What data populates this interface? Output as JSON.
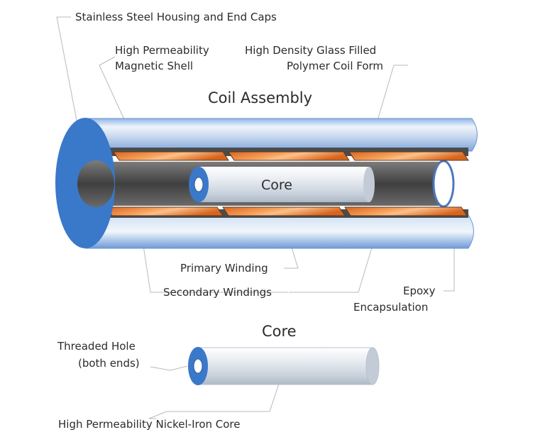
{
  "title": "Coil Assembly",
  "core_title": "Core",
  "core_body_label": "Core",
  "labels": {
    "housing": "Stainless Steel Housing and End Caps",
    "shell_line1": "High Permeability",
    "shell_line2": "Magnetic Shell",
    "form_line1": "High Density Glass Filled",
    "form_line2": "Polymer Coil Form",
    "primary": "Primary Winding",
    "secondary": "Secondary Windings",
    "epoxy_line1": "Epoxy",
    "epoxy_line2": "Encapsulation",
    "threaded_line1": "Threaded Hole",
    "threaded_line2": "(both ends)",
    "nickel": "High Permeability Nickel-Iron Core"
  },
  "colors": {
    "housing_blue": "#3a78c9",
    "copper": "#e07a2c",
    "shell_dark": "#5a5a5a",
    "core_silver": "#dde3ea"
  }
}
